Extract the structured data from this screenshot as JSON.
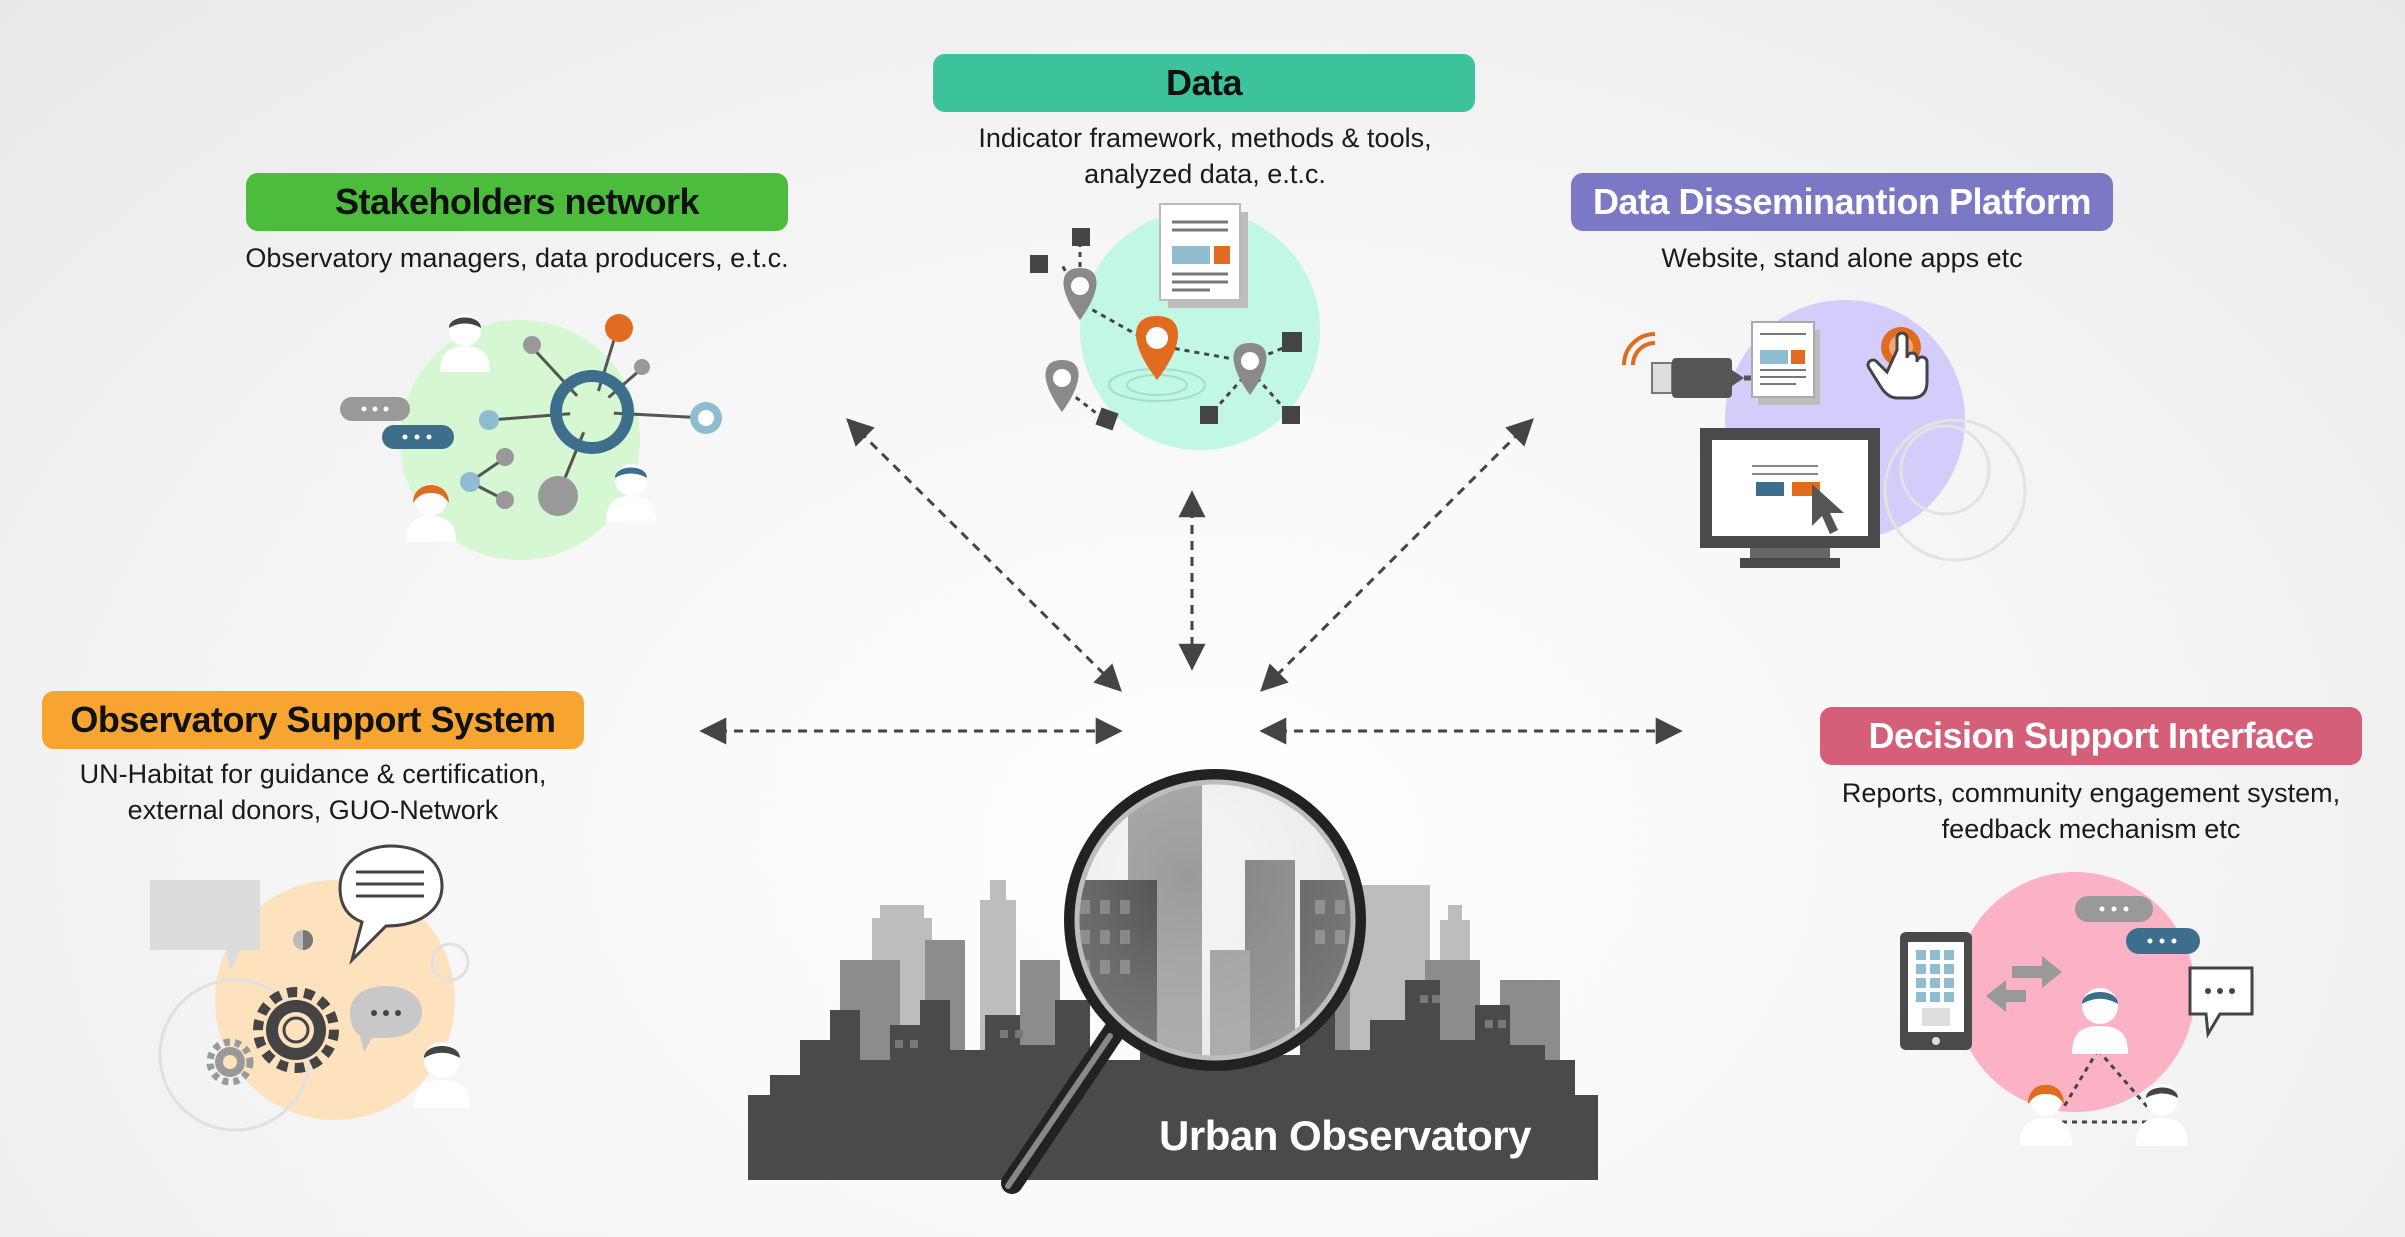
{
  "colors": {
    "data": "#3dc39c",
    "stakeholders": "#4cbc3c",
    "dissemination": "#7b78c5",
    "support": "#f7a530",
    "decision": "#d55e78",
    "accent_orange": "#e16b1f",
    "accent_teal": "#3d6e8c",
    "city_dark": "#4a4a4a"
  },
  "nodes": {
    "data": {
      "title": "Data",
      "desc": [
        "Indicator framework, methods & tools,",
        "analyzed data, e.t.c."
      ],
      "icon": "map-pins-document-icon"
    },
    "stakeholders": {
      "title": "Stakeholders network",
      "desc": [
        "Observatory managers, data producers, e.t.c."
      ],
      "icon": "people-network-icon"
    },
    "dissemination": {
      "title": "Data Disseminantion Platform",
      "desc": [
        "Website, stand alone apps etc"
      ],
      "icon": "monitor-touch-icon"
    },
    "support": {
      "title": "Observatory Support System",
      "desc": [
        "UN-Habitat for guidance & certification,",
        "external donors, GUO-Network"
      ],
      "icon": "gears-chat-icon"
    },
    "decision": {
      "title": "Decision Support Interface",
      "desc": [
        "Reports, community engagement system,",
        "feedback mechanism etc"
      ],
      "icon": "tablet-community-icon"
    }
  },
  "center": {
    "title": "Urban Observatory",
    "icon": "city-magnifier-icon"
  }
}
